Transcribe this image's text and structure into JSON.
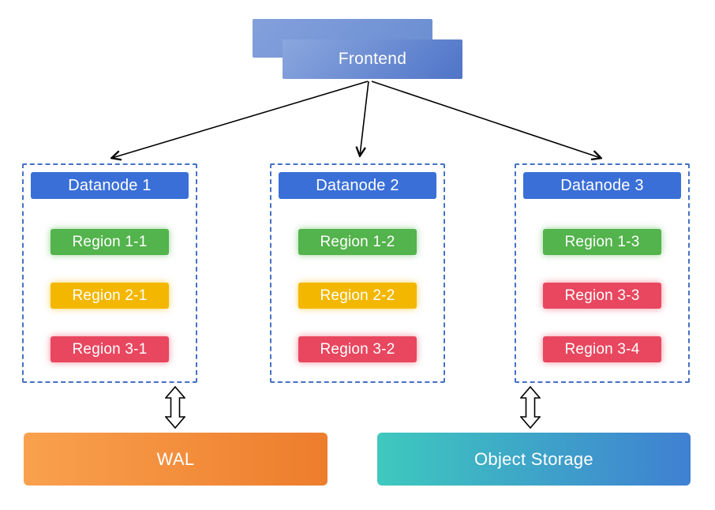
{
  "frontend": {
    "label": "Frontend"
  },
  "datanodes": [
    {
      "title": "Datanode 1",
      "regions": [
        {
          "label": "Region 1-1",
          "color": "#53B34C"
        },
        {
          "label": "Region 2-1",
          "color": "#F3B700"
        },
        {
          "label": "Region 3-1",
          "color": "#E8475F"
        }
      ]
    },
    {
      "title": "Datanode 2",
      "regions": [
        {
          "label": "Region 1-2",
          "color": "#53B34C"
        },
        {
          "label": "Region 2-2",
          "color": "#F3B700"
        },
        {
          "label": "Region 3-2",
          "color": "#E8475F"
        }
      ]
    },
    {
      "title": "Datanode 3",
      "regions": [
        {
          "label": "Region 1-3",
          "color": "#53B34C"
        },
        {
          "label": "Region 3-3",
          "color": "#E8475F"
        },
        {
          "label": "Region 3-4",
          "color": "#E8475F"
        }
      ]
    }
  ],
  "storage": {
    "wal": {
      "label": "WAL",
      "gradient": {
        "from": "#F9A14E",
        "to": "#ED7D2D",
        "dir": "90deg"
      }
    },
    "object_storage": {
      "label": "Object Storage",
      "gradient": {
        "from": "#3EC9BE",
        "to": "#3F80D2",
        "dir": "90deg"
      }
    }
  },
  "colors": {
    "datanode_header": "#3A6FD8",
    "dashed_border": "#4472C4",
    "arrow": "#000000",
    "frontend_gradient": {
      "from": "#8BA7DE",
      "to": "#4F74C8",
      "dir": "135deg"
    },
    "frontend_back_gradient": {
      "from": "#83A0DB",
      "to": "#6A8ED2",
      "dir": "135deg"
    }
  }
}
